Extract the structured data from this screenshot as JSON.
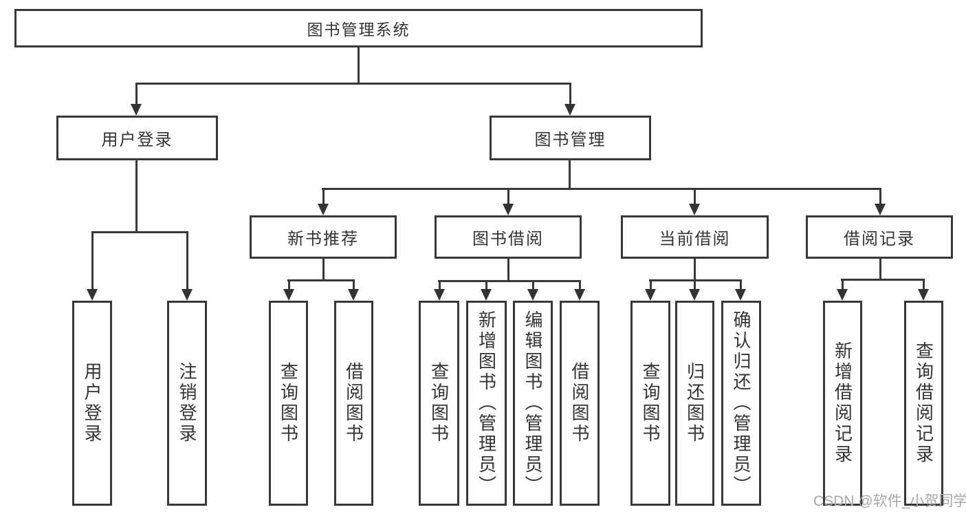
{
  "watermark": "CSDN @软件_小贺同学",
  "colors": {
    "line": "#383838",
    "text": "#333333",
    "watermark_gray": "#a8a8a8",
    "background": "#ffffff"
  },
  "tree": {
    "label": "图书管理系统",
    "children": [
      {
        "label": "用户登录",
        "children": [
          {
            "label": "用户登录"
          },
          {
            "label": "注销登录"
          }
        ]
      },
      {
        "label": "图书管理",
        "children": [
          {
            "label": "新书推荐",
            "children": [
              {
                "label": "查询图书"
              },
              {
                "label": "借阅图书"
              }
            ]
          },
          {
            "label": "图书借阅",
            "children": [
              {
                "label": "查询图书"
              },
              {
                "label": "新增图书（管理员）"
              },
              {
                "label": "编辑图书（管理员）"
              },
              {
                "label": "借阅图书"
              }
            ]
          },
          {
            "label": "当前借阅",
            "children": [
              {
                "label": "查询图书"
              },
              {
                "label": "归还图书"
              },
              {
                "label": "确认归还（管理员）"
              }
            ]
          },
          {
            "label": "借阅记录",
            "children": [
              {
                "label": "新增借阅记录"
              },
              {
                "label": "查询借阅记录"
              }
            ]
          }
        ]
      }
    ]
  }
}
